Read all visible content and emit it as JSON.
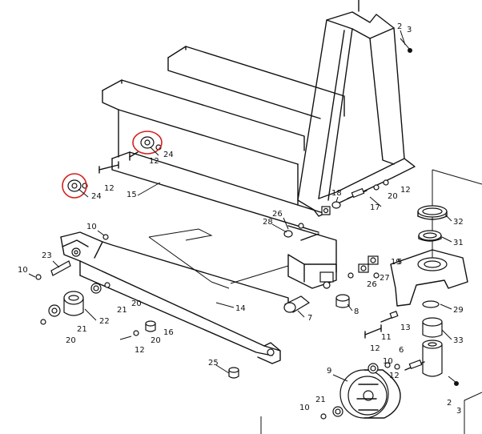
{
  "labels": {
    "l2a": "2",
    "l3a": "3",
    "l24a": "24",
    "l12a": "12",
    "l24b": "24",
    "l12b": "12",
    "l15": "15",
    "l18": "18",
    "l20a": "20",
    "l12c": "12",
    "l17": "17",
    "l26a": "26",
    "l28": "28",
    "l32": "32",
    "l31": "31",
    "l10a": "10",
    "l23": "23",
    "l10b": "10",
    "l19": "19",
    "l5": "5",
    "l26b": "26",
    "l27": "27",
    "l20b": "20",
    "l21a": "21",
    "l22": "22",
    "l21b": "21",
    "l20c": "20",
    "l16": "16",
    "l20d": "20",
    "l12d": "12",
    "l14": "14",
    "l7": "7",
    "l8": "8",
    "l29": "29",
    "l11": "11",
    "l13": "13",
    "l12e": "12",
    "l33": "33",
    "l6": "6",
    "l12f": "12",
    "l25": "25",
    "l9": "9",
    "l10c": "10",
    "l21c": "21",
    "l10d": "10",
    "l2b": "2",
    "l3b": "3"
  },
  "highlight_color": "#d42020"
}
